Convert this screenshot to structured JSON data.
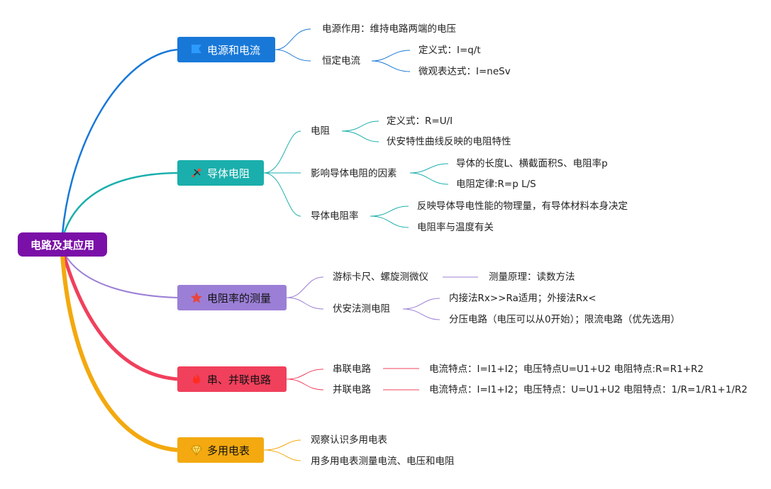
{
  "root": {
    "label": "电路及其应用",
    "color": "#7a10a8"
  },
  "branches": [
    {
      "label": "电源和电流",
      "color": "#1878d8",
      "icon": "flag-icon",
      "items": [
        {
          "label": "电源作用：维持电路两端的电压"
        },
        {
          "label": "恒定电流",
          "children": [
            "定义式：I=q/t",
            "微观表达式：I=neSv"
          ]
        }
      ]
    },
    {
      "label": "导体电阻",
      "color": "#1aafac",
      "icon": "tools-icon",
      "items": [
        {
          "label": "电阻",
          "children": [
            "定义式：R=U/I",
            "伏安特性曲线反映的电阻特性"
          ]
        },
        {
          "label": "影响导体电阻的因素",
          "children": [
            "导体的长度L、横截面积S、电阻率p",
            "电阻定律:R=p L/S"
          ]
        },
        {
          "label": "导体电阻率",
          "children": [
            "反映导体导电性能的物理量，有导体材料本身决定",
            "电阻率与温度有关"
          ]
        }
      ]
    },
    {
      "label": "电阻率的测量",
      "color": "#9b7fd6",
      "icon": "star-icon",
      "items": [
        {
          "label": "游标卡尺、螺旋测微仪",
          "children": [
            "测量原理：读数方法"
          ]
        },
        {
          "label": "伏安法测电阻",
          "children": [
            "内接法Rx>>Ra适用；外接法Rx<",
            "分压电路（电压可以从0开始）；限流电路（优先选用）"
          ]
        }
      ]
    },
    {
      "label": "串、并联电路",
      "color": "#f0405c",
      "icon": "fire-icon",
      "items": [
        {
          "label": "串联电路",
          "children": [
            "电流特点：I=I1+I2；电压特点U=U1+U2 电阻特点:R=R1+R2"
          ]
        },
        {
          "label": "并联电路",
          "children": [
            "电流特点：I=I1+I2；电压特点：U=U1+U2 电阻特点：1/R=1/R1+1/R2"
          ]
        }
      ]
    },
    {
      "label": "多用电表",
      "color": "#f3a90f",
      "icon": "diamond-icon",
      "items": [
        {
          "label": "观察认识多用电表"
        },
        {
          "label": "用多用电表测量电流、电压和电阻"
        }
      ]
    }
  ]
}
